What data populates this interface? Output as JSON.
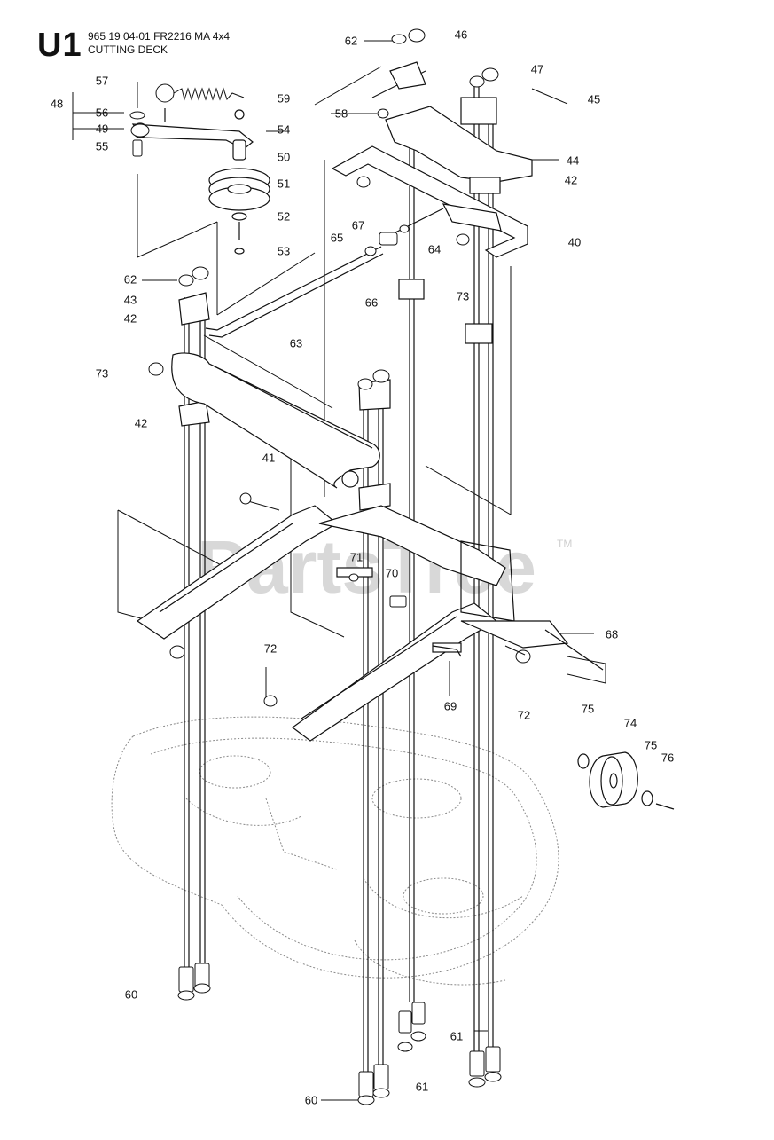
{
  "header": {
    "section": "U1",
    "code": "965 19 04-01 FR2216 MA 4x4",
    "description": "CUTTING DECK"
  },
  "watermark": {
    "text": "PartsTree",
    "tm": "TM"
  },
  "parts": [
    {
      "id": "p62a",
      "label": "62"
    },
    {
      "id": "p46",
      "label": "46"
    },
    {
      "id": "p47",
      "label": "47"
    },
    {
      "id": "p45",
      "label": "45"
    },
    {
      "id": "p57",
      "label": "57"
    },
    {
      "id": "p48",
      "label": "48"
    },
    {
      "id": "p56",
      "label": "56"
    },
    {
      "id": "p49",
      "label": "49"
    },
    {
      "id": "p55",
      "label": "55"
    },
    {
      "id": "p59",
      "label": "59"
    },
    {
      "id": "p58",
      "label": "58"
    },
    {
      "id": "p54",
      "label": "54"
    },
    {
      "id": "p50",
      "label": "50"
    },
    {
      "id": "p51",
      "label": "51"
    },
    {
      "id": "p52",
      "label": "52"
    },
    {
      "id": "p53",
      "label": "53"
    },
    {
      "id": "p44",
      "label": "44"
    },
    {
      "id": "p42a",
      "label": "42"
    },
    {
      "id": "p40",
      "label": "40"
    },
    {
      "id": "p67",
      "label": "67"
    },
    {
      "id": "p65",
      "label": "65"
    },
    {
      "id": "p64",
      "label": "64"
    },
    {
      "id": "p73a",
      "label": "73"
    },
    {
      "id": "p66",
      "label": "66"
    },
    {
      "id": "p62b",
      "label": "62"
    },
    {
      "id": "p43",
      "label": "43"
    },
    {
      "id": "p42b",
      "label": "42"
    },
    {
      "id": "p63",
      "label": "63"
    },
    {
      "id": "p73b",
      "label": "73"
    },
    {
      "id": "p42c",
      "label": "42"
    },
    {
      "id": "p41",
      "label": "41"
    },
    {
      "id": "p71",
      "label": "71"
    },
    {
      "id": "p70",
      "label": "70"
    },
    {
      "id": "p68",
      "label": "68"
    },
    {
      "id": "p72a",
      "label": "72"
    },
    {
      "id": "p69",
      "label": "69"
    },
    {
      "id": "p72b",
      "label": "72"
    },
    {
      "id": "p75a",
      "label": "75"
    },
    {
      "id": "p74",
      "label": "74"
    },
    {
      "id": "p75b",
      "label": "75"
    },
    {
      "id": "p76",
      "label": "76"
    },
    {
      "id": "p60a",
      "label": "60"
    },
    {
      "id": "p61a",
      "label": "61"
    },
    {
      "id": "p60b",
      "label": "60"
    },
    {
      "id": "p61b",
      "label": "61"
    }
  ]
}
